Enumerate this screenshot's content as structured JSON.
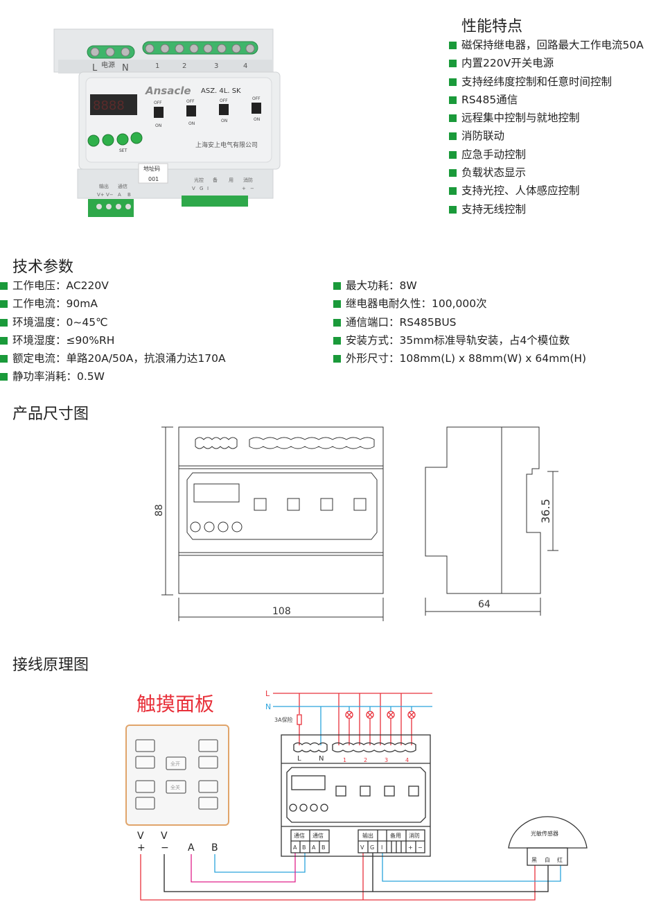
{
  "product_photo": {
    "terminal_power_label": "电源",
    "terminal_L": "L",
    "terminal_N": "N",
    "channels": [
      "1",
      "2",
      "3",
      "4"
    ],
    "brand": "Ansacle",
    "model": "ASZ. 4L. SK",
    "display": "8888",
    "switch_off": "OFF",
    "switch_on": "ON",
    "button_set": "SET",
    "company": "上海安上电气有限公司",
    "address_label": "地址码",
    "address_value": "001",
    "bottom_left_headers": [
      "输出",
      "通信"
    ],
    "bottom_left_pins": [
      "V+",
      "V−",
      "A",
      "B"
    ],
    "bottom_right_headers": [
      "光控",
      "备",
      "用",
      "消防"
    ],
    "bottom_right_pins": [
      "V",
      "G",
      "I",
      "+",
      "−"
    ]
  },
  "features": {
    "title": "性能特点",
    "items": [
      "磁保持继电器，回路最大工作电流50A",
      "内置220V开关电源",
      "支持经纬度控制和任意时间控制",
      "RS485通信",
      "远程集中控制与就地控制",
      "消防联动",
      "应急手动控制",
      "负载状态显示",
      "支持光控、人体感应控制",
      "支持无线控制"
    ]
  },
  "tech": {
    "title": "技术参数",
    "left": [
      "工作电压：AC220V",
      "工作电流：90mA",
      "环境温度：0~45℃",
      "环境湿度：≤90%RH",
      "额定电流：单路20A/50A，抗浪涌力达170A",
      "静功率消耗：0.5W"
    ],
    "right": [
      "最大功耗：8W",
      "继电器电耐久性：100,000次",
      "通信端口：RS485BUS",
      "安装方式：35mm标准导轨安装，占4个模位数",
      "外形尺寸：108mm(L) x 88mm(W) x 64mm(H)"
    ]
  },
  "dimensions": {
    "title": "产品尺寸图",
    "height": "88",
    "width": "108",
    "depth": "64",
    "rail": "36.5"
  },
  "wiring": {
    "title": "接线原理图",
    "panel_title": "触摸面板",
    "panel_buttons": [
      "全开",
      "全关"
    ],
    "panel_terminals": [
      {
        "top": "V",
        "bottom": "+"
      },
      {
        "top": "V",
        "bottom": "−"
      },
      {
        "top": "",
        "bottom": "A"
      },
      {
        "top": "",
        "bottom": "B"
      }
    ],
    "line_L": "L",
    "line_N": "N",
    "fuse": "3A保险",
    "module_L": "L",
    "module_N": "N",
    "channels": [
      "1",
      "2",
      "3",
      "4"
    ],
    "comm_headers": [
      "通信",
      "通信"
    ],
    "comm_pins": [
      "A",
      "B",
      "A",
      "B"
    ],
    "io_headers": [
      "输出",
      "备用",
      "消防"
    ],
    "io_pins": [
      "V",
      "G",
      "I",
      "+",
      "−"
    ],
    "sensor_label": "光敏传感器",
    "sensor_pins": [
      "黑",
      "白",
      "红"
    ],
    "colors": {
      "red": "#e8303a",
      "blue": "#2aa3dc",
      "magenta": "#e0208a",
      "black": "#222222",
      "green": "#1a9a3a"
    }
  }
}
